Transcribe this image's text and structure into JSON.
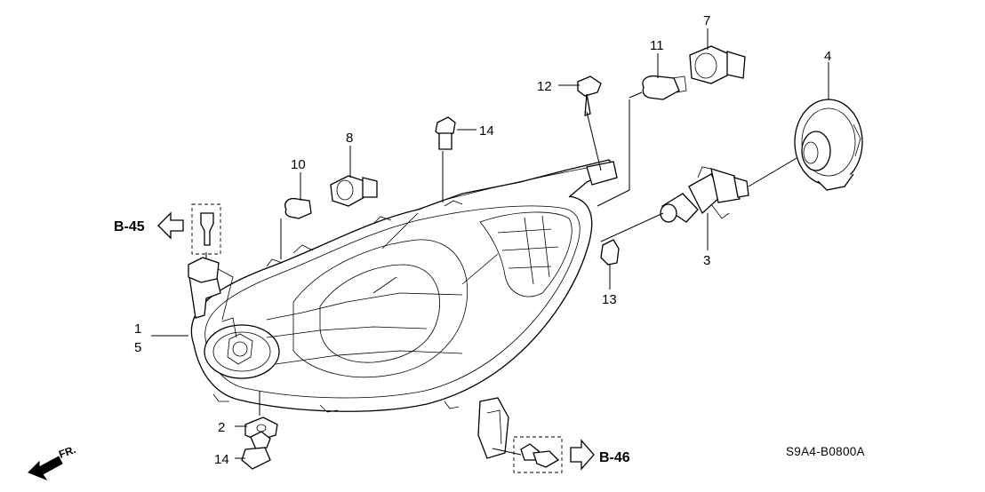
{
  "callouts": {
    "c1": "1",
    "c2": "2",
    "c3": "3",
    "c4": "4",
    "c5": "5",
    "c7": "7",
    "c8": "8",
    "c10": "10",
    "c11": "11",
    "c12": "12",
    "c13": "13",
    "c14a": "14",
    "c14b": "14"
  },
  "refs": {
    "b45": "B-45",
    "b46": "B-46"
  },
  "diagram_code": "S9A4-B0800A",
  "front_label": "FR."
}
